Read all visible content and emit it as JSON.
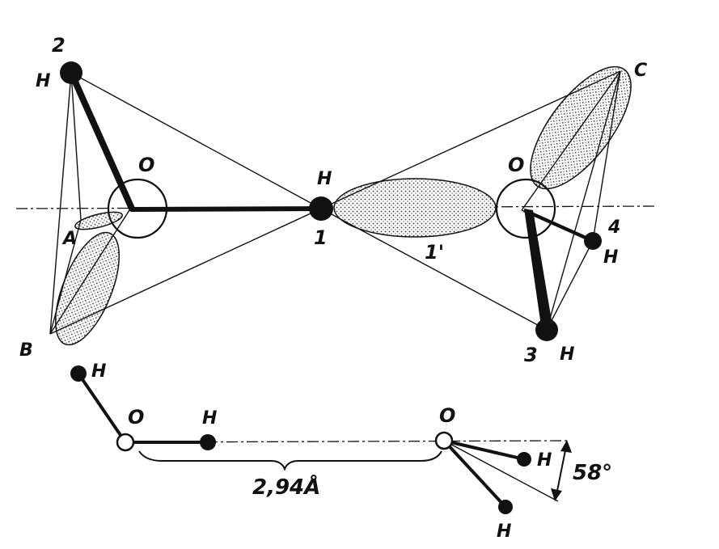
{
  "labels": {
    "h_top_left": "H",
    "num_2": "2",
    "o_left": "O",
    "h_center": "H",
    "num_1": "1",
    "lone_pair_a": "A",
    "lone_pair_b": "B",
    "o_right": "O",
    "lone_pair_c": "C",
    "num_4": "4",
    "h_right_4": "H",
    "num_3": "3",
    "h_right_3": "H",
    "num_1_prime": "1'",
    "bottom_h_left": "H",
    "bottom_o_left": "O",
    "bottom_h_mid": "H",
    "bottom_o_right": "O",
    "bottom_h_right_upper": "H",
    "bottom_h_right_lower": "H",
    "distance": "2,94Å",
    "angle": "58°"
  },
  "colors": {
    "ink": "#111111",
    "paper": "#ffffff",
    "stipple": "#888888"
  }
}
